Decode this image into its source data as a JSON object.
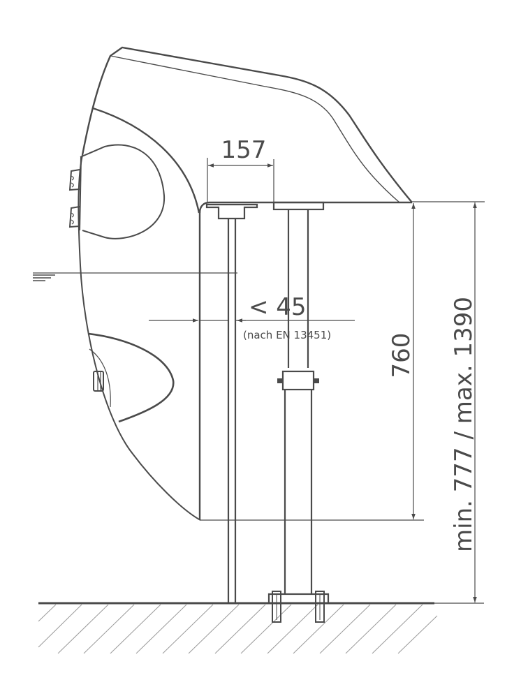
{
  "drawing": {
    "type": "technical side-view drawing",
    "colors": {
      "line": "#4a4a4a",
      "hatch": "#9a9a9a",
      "background": "#ffffff"
    },
    "dimensions": {
      "horizontal_top": "157",
      "gap": "< 45",
      "gap_note": "(nach EN 13451)",
      "vertical_inner": "760",
      "vertical_outer": "min. 777 / max. 1390"
    },
    "symbols": [
      "water-level-icon",
      "ground-hatching"
    ]
  }
}
